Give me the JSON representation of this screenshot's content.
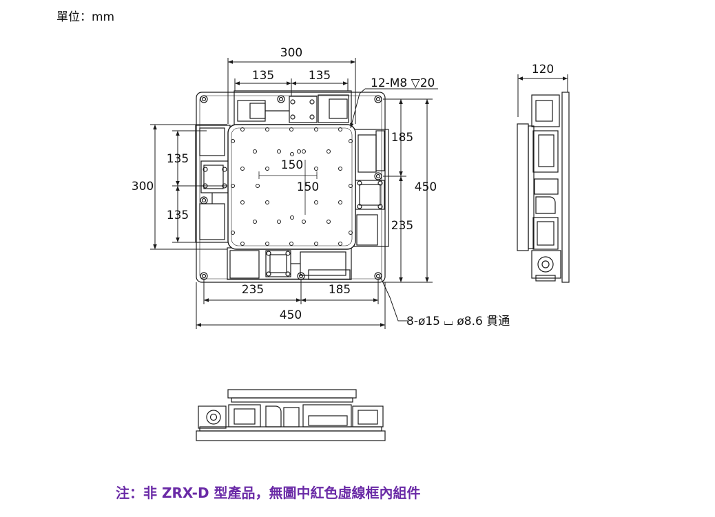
{
  "unit_label": "單位：mm",
  "note": "注：非 ZRX-D 型產品，無圖中紅色虛線框內組件",
  "colors": {
    "line": "#1a1a1a",
    "note": "#6a2aa6"
  },
  "dimensions": {
    "top_overall": "300",
    "top_left": "135",
    "top_right": "135",
    "left_overall": "300",
    "left_upper": "135",
    "left_lower": "135",
    "inner_horizontal": "150",
    "inner_vertical": "150",
    "right_upper": "185",
    "right_lower": "235",
    "right_overall": "450",
    "bottom_left": "235",
    "bottom_right": "185",
    "bottom_overall": "450",
    "side_width": "120"
  },
  "callouts": {
    "threaded_holes": "12-M8 ▽20",
    "through_holes": "8-ø15 ⌴ ø8.6 貫通"
  }
}
